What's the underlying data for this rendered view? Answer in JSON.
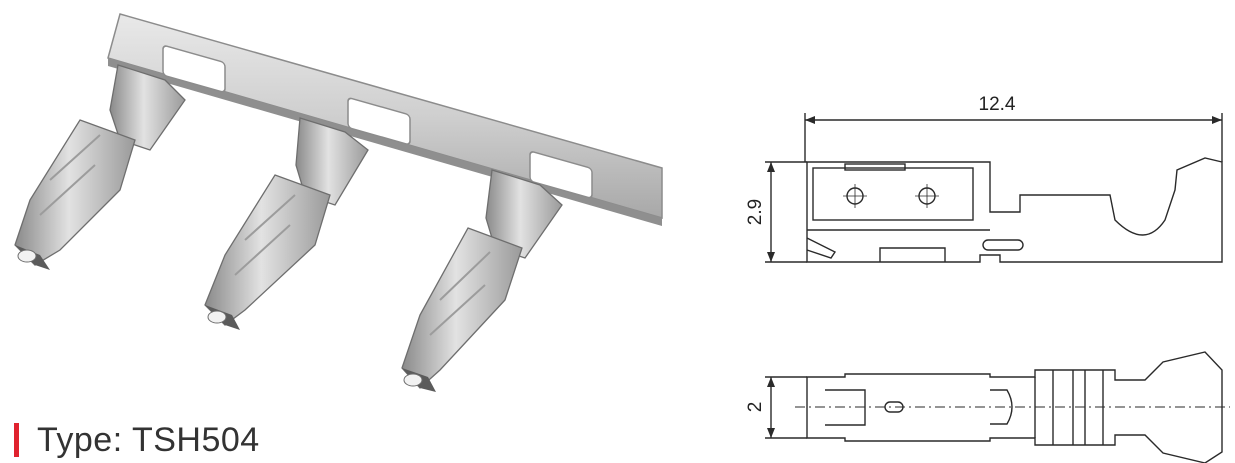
{
  "caption": {
    "label": "Type: TSH504",
    "accent_color": "#e0222e"
  },
  "dimensions": {
    "length": "12.4",
    "height": "2.9",
    "width": "2"
  },
  "colors": {
    "metal_light": "#e4e4e4",
    "metal_mid": "#b9b9b9",
    "metal_dark": "#7f7f7f",
    "line": "#2a2a2a"
  }
}
